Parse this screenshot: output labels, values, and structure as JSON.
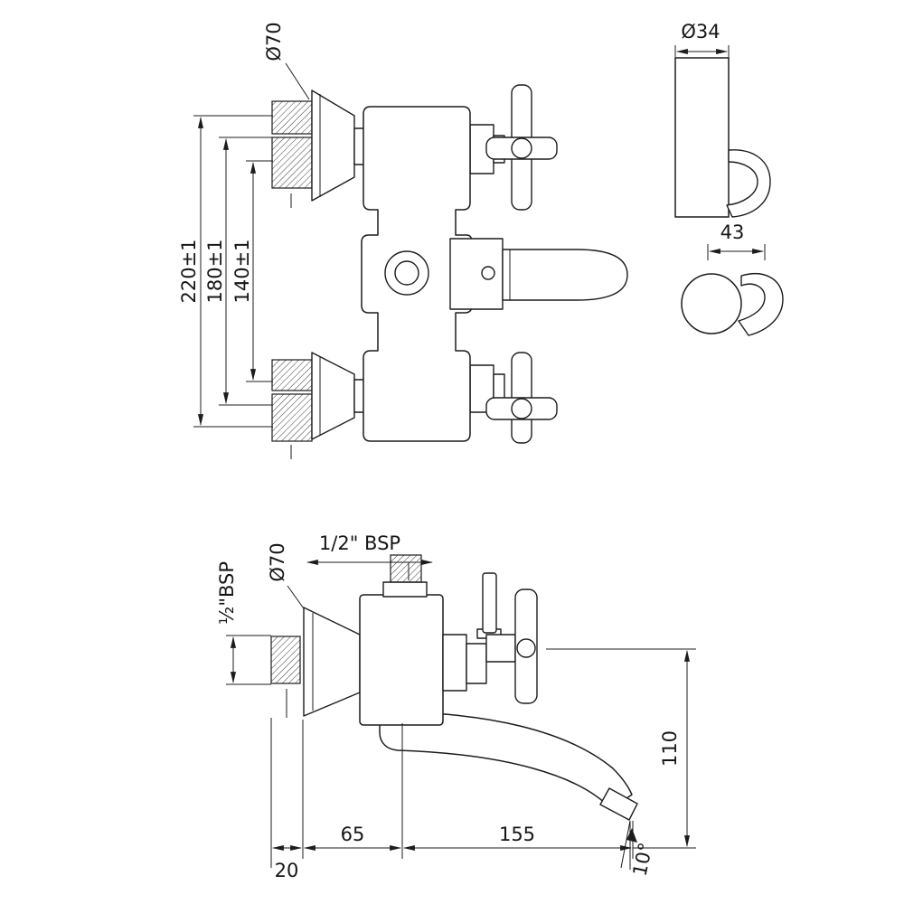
{
  "page": {
    "background": "#ffffff",
    "line_color": "#1c1c1c"
  },
  "front_view": {
    "dim_overall": "220±1",
    "dim_mid": "180±1",
    "dim_inner": "140±1",
    "dim_flange": "Ø70"
  },
  "bracket_view": {
    "dim_diameter": "Ø34",
    "dim_width": "43"
  },
  "side_view": {
    "dim_top_thread": "1/2\" BSP",
    "dim_flange": "Ø70",
    "dim_wall_thread": "½\"BSP",
    "dim_height": "110",
    "dim_wall_offset": "20",
    "dim_reach_inner": "65",
    "dim_reach_outer": "155",
    "dim_spray_angle": "10°"
  }
}
